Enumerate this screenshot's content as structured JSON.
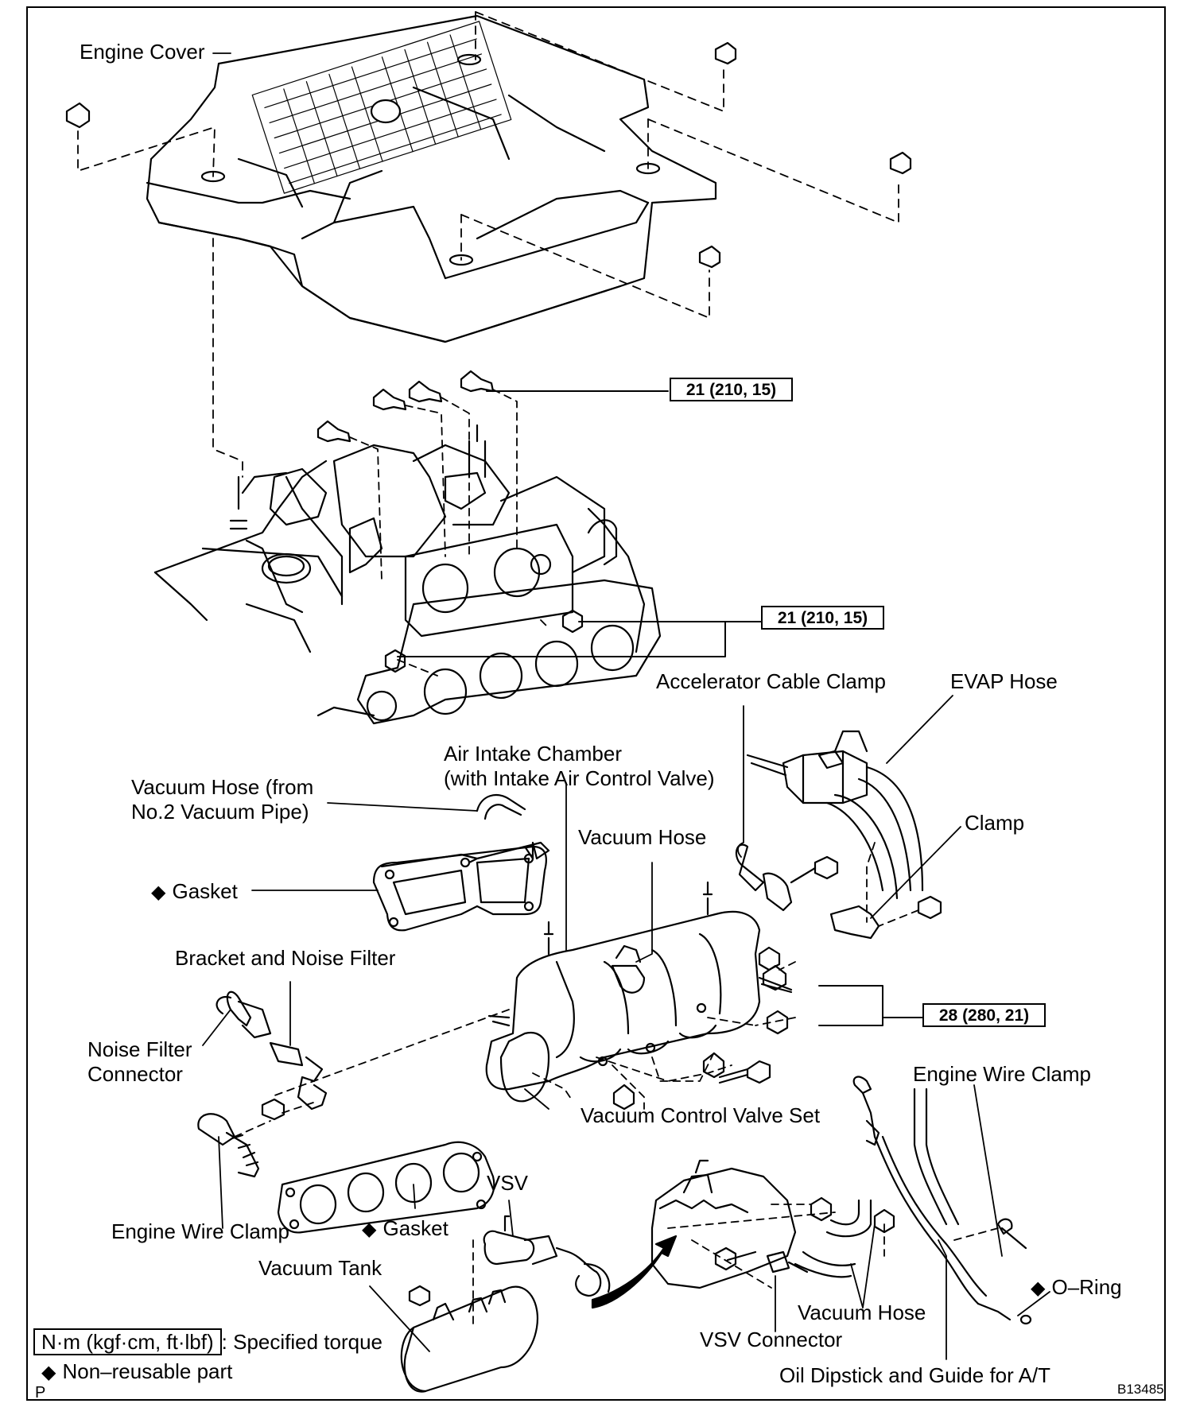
{
  "diagram": {
    "labels": {
      "engine_cover": "Engine Cover",
      "accelerator_cable_clamp": "Accelerator Cable Clamp",
      "evap_hose": "EVAP Hose",
      "air_intake_chamber": "Air Intake Chamber\n(with Intake Air Control Valve)",
      "vacuum_hose_from_pipe": "Vacuum Hose (from\nNo.2 Vacuum Pipe)",
      "vacuum_hose_top": "Vacuum Hose",
      "clamp": "Clamp",
      "gasket_upper": "Gasket",
      "bracket_noise_filter": "Bracket and Noise Filter",
      "noise_filter_connector": "Noise Filter\nConnector",
      "engine_wire_clamp_right": "Engine Wire Clamp",
      "vacuum_control_valve_set": "Vacuum Control Valve Set",
      "vsv": "VSV",
      "engine_wire_clamp_left": "Engine Wire Clamp",
      "gasket_lower": "Gasket",
      "vacuum_tank": "Vacuum Tank",
      "o_ring": "O–Ring",
      "vacuum_hose_bottom": "Vacuum Hose",
      "vsv_connector": "VSV Connector",
      "oil_dipstick": "Oil Dipstick and Guide for A/T"
    },
    "torque": {
      "t1": "21 (210, 15)",
      "t2": "21 (210, 15)",
      "t3": "28 (280, 21)"
    },
    "legend": {
      "torque_unit": "N·m (kgf·cm, ft·lbf)",
      "torque_desc": ": Specified torque",
      "nonreusable": "Non–reusable part"
    },
    "corner_left": "P",
    "figure_id": "B13485",
    "diamond_symbol": "◆"
  }
}
